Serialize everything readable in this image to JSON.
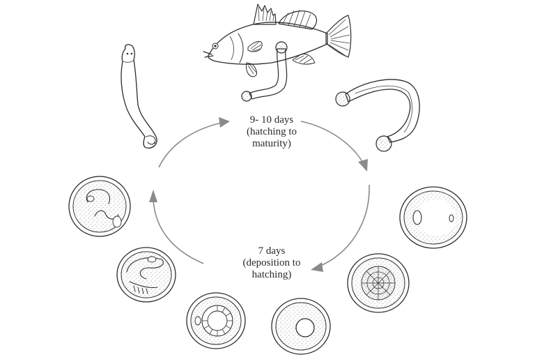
{
  "diagram": {
    "type": "life-cycle",
    "background": "#ffffff",
    "ink_color": "#2b2b2b",
    "arrow_color": "#8a8a8a",
    "labels": {
      "top": {
        "line1": "9- 10 days",
        "line2": "(hatching to",
        "line3": "maturity)"
      },
      "bottom": {
        "line1": "7 days",
        "line2": "(deposition to",
        "line3": "hatching)"
      }
    },
    "stages": [
      {
        "id": "host-fish",
        "depiction": "fish host with adult worm attached"
      },
      {
        "id": "adult-worm-curved",
        "depiction": "curved adult worm with bulbous ends"
      },
      {
        "id": "egg-two-cell",
        "depiction": "egg with two nuclei"
      },
      {
        "id": "egg-morula",
        "depiction": "egg with cleaving cell mass"
      },
      {
        "id": "egg-single-nucleus",
        "depiction": "egg with single nucleus"
      },
      {
        "id": "egg-segmented-embryo",
        "depiction": "egg with coiled segmented embryo"
      },
      {
        "id": "egg-larva-developing",
        "depiction": "egg with developing larva"
      },
      {
        "id": "egg-larva-coiled",
        "depiction": "egg with coiled larva"
      },
      {
        "id": "hatched-larva",
        "depiction": "elongated hatched larva"
      }
    ],
    "arrows": [
      {
        "id": "arrow-larva-to-host",
        "direction": "clockwise"
      },
      {
        "id": "arrow-host-to-eggs",
        "direction": "clockwise"
      },
      {
        "id": "arrow-eggs-to-embryo",
        "direction": "clockwise"
      },
      {
        "id": "arrow-embryo-to-larva",
        "direction": "clockwise"
      }
    ]
  }
}
